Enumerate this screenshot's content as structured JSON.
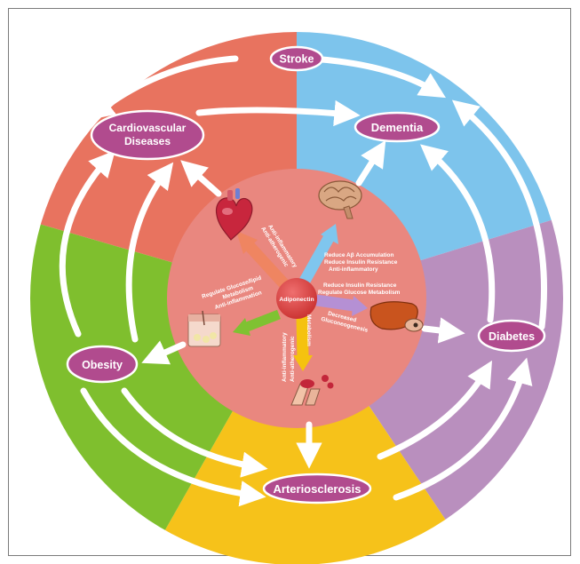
{
  "center": {
    "label": "Adiponectin"
  },
  "nodes": {
    "stroke": "Stroke",
    "cardio_line1": "Cardiovascular",
    "cardio_line2": "Diseases",
    "dementia": "Dementia",
    "diabetes": "Diabetes",
    "obesity": "Obesity",
    "arteriosclerosis": "Arteriosclerosis"
  },
  "effects": {
    "cardio_1": "Anti-atherogenic",
    "cardio_2": "Anti-inflammatory",
    "dementia_1": "Reduce Aβ Accumulation",
    "dementia_2": "Reduce Insulin Resistance",
    "dementia_3": "Anti-inflammatory",
    "diabetes_1": "Reduce Insulin Resistance",
    "diabetes_2": "Regulate Glucose Metabolism",
    "liver_1": "Decreased",
    "liver_2": "Gluconeogenesis",
    "obesity_1": "Regulate Glucose/lipid",
    "obesity_2": "Metabolism",
    "obesity_3": "Anti-inflammation",
    "artery_1": "Anti-inflammatory",
    "artery_2": "Anti-atherogenic",
    "artery_3": "Metabolism"
  },
  "colors": {
    "red": "#e8735f",
    "blue": "#7dc4ec",
    "purple": "#b98fbe",
    "yellow": "#f6c21a",
    "green": "#7fbf2e",
    "inner": "#e9877f",
    "node": "#b14b8e",
    "arrow_cardio": "#ef8561",
    "arrow_dementia": "#7fc6ee",
    "arrow_diabetes": "#b590d4",
    "arrow_artery": "#f5c20f",
    "arrow_obesity": "#7fc232"
  },
  "icons": [
    "heart-icon",
    "brain-icon",
    "liver-icon",
    "skin-fat-icon",
    "artery-icon"
  ]
}
